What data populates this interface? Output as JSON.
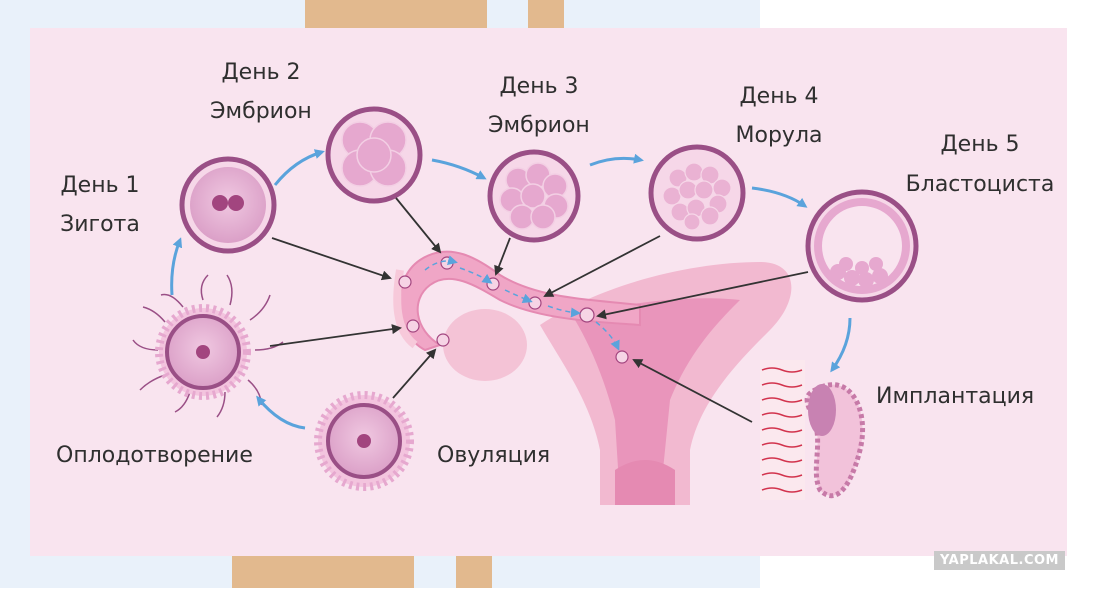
{
  "labels": {
    "day1": "День 1",
    "zygote": "Зигота",
    "day2": "День 2",
    "embryo2": "Эмбрион",
    "day3": "День 3",
    "embryo3": "Эмбрион",
    "day4": "День 4",
    "morula": "Морула",
    "day5": "День 5",
    "blastocyst": "Бластоциста",
    "fertilization": "Оплодотворение",
    "ovulation": "Овуляция",
    "implantation": "Имплантация"
  },
  "watermark": "YAPLAKAL.COM",
  "colors": {
    "panel": "#f9e4ef",
    "cell_fill": "#e9b6d6",
    "cell_rim": "#9a4f86",
    "nucleus": "#a2457f",
    "arrow_blue": "#5aa3dc",
    "arrow_dark": "#333333",
    "uterus": "#f2b9d0",
    "uterus_dark": "#e58ab2"
  }
}
